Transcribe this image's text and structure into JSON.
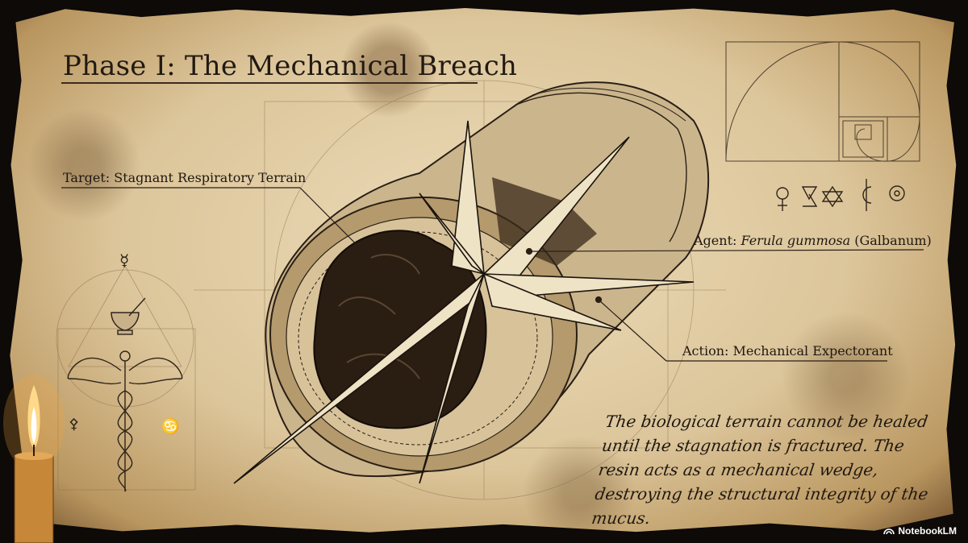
{
  "title": "Phase I: The Mechanical Breach",
  "callouts": {
    "target": "Target: Stagnant Respiratory Terrain",
    "agent_prefix": "Agent: ",
    "agent_species": "Ferula gummosa",
    "agent_suffix": " (Galbanum)",
    "action": "Action: Mechanical Expectorant"
  },
  "note": "The biological terrain cannot be healed until the stagnation is fractured. The resin acts as a mechanical wedge, destroying the structural integrity of the mucus.",
  "brand": "NotebookLM",
  "colors": {
    "ink": "#221a12",
    "parchment": "#e4d1ab",
    "mucus": "#2a1d12"
  },
  "icons": [
    "candle-icon",
    "caduceus-icon",
    "mortar-pestle-icon",
    "golden-spiral-icon",
    "alchemy-symbols-icon",
    "notebook-logo-icon"
  ]
}
